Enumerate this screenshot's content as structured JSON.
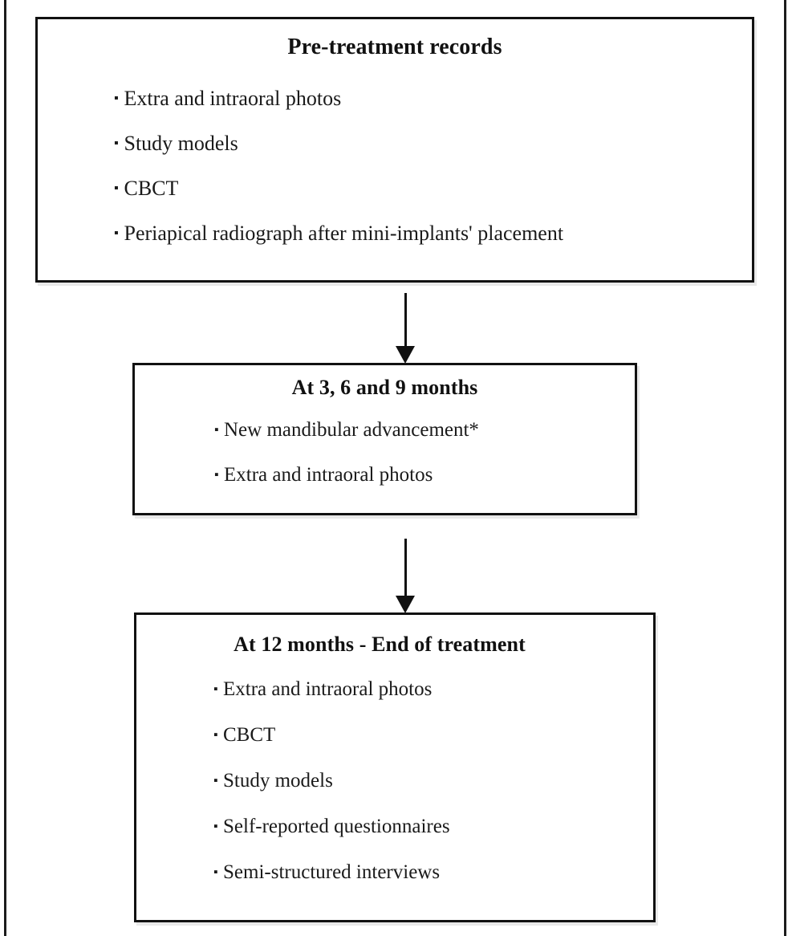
{
  "figure": {
    "type": "flowchart",
    "orientation": "vertical",
    "bullet_glyph": "▪",
    "colors": {
      "box_border": "#111111",
      "box_fill": "#ffffff",
      "box_shadow": "#e9e9e9",
      "text": "#1a1a1a",
      "arrow": "#111111",
      "frame_rule": "#1c1c1c"
    }
  },
  "boxes": [
    {
      "id": "pre-treatment",
      "title": "Pre-treatment records",
      "items": [
        "Extra and intraoral photos",
        "Study models",
        "CBCT",
        "Periapical radiograph after mini-implants' placement"
      ]
    },
    {
      "id": "interim",
      "title": "At 3, 6 and 9 months",
      "items": [
        "New mandibular advancement*",
        "Extra and intraoral photos"
      ]
    },
    {
      "id": "end-of-treatment",
      "title": "At 12 months - End of treatment",
      "items": [
        "Extra and intraoral photos",
        "CBCT",
        "Study models",
        "Self-reported questionnaires",
        "Semi-structured interviews"
      ]
    }
  ],
  "arrows": [
    {
      "id": "arrow-pre-to-interim",
      "from": "pre-treatment",
      "to": "interim",
      "direction": "down"
    },
    {
      "id": "arrow-interim-to-end",
      "from": "interim",
      "to": "end-of-treatment",
      "direction": "down"
    }
  ]
}
